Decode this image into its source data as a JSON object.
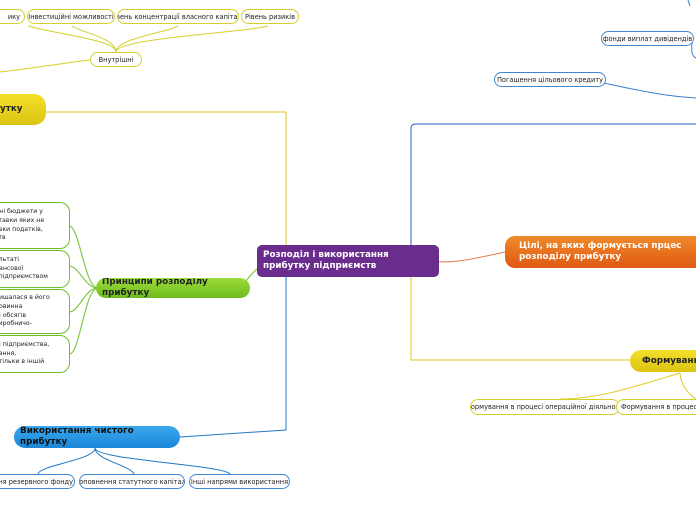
{
  "central": {
    "line1": "Розподіл і використання",
    "line2": "прибутку підприємств"
  },
  "top_row": [
    {
      "label": "ику"
    },
    {
      "label": "Інвестиційні можливості"
    },
    {
      "label": "Рівень концентрації власного капіталу"
    },
    {
      "label": "Рівень ризиків"
    }
  ],
  "internal": {
    "label": "Внутрішні"
  },
  "left_yellow": {
    "label": "утку"
  },
  "principles": {
    "label": "Принципи розподілу прибутку",
    "items": [
      {
        "lines": [
          "дні бюджети у",
          "ставки яких не",
          "авки податків,",
          "ств"
        ]
      },
      {
        "lines": [
          "ультаті",
          "нансової",
          "і підприємством"
        ]
      },
      {
        "lines": [
          "лишалася в його",
          "повинна",
          "ні обсягів",
          "виробничо-"
        ]
      },
      {
        "lines": [
          "ні підприємства,",
          "вання,",
          "і тільки в іншій"
        ]
      }
    ]
  },
  "usage": {
    "label": "Використання чистого прибутку",
    "items": [
      {
        "label": "ення резервного фонду"
      },
      {
        "label": "Поповнення статутного капіталу"
      },
      {
        "label": "Інші напрями використання"
      }
    ]
  },
  "goals": {
    "line1": "Цілі, на яких формується прцес",
    "line2": "розподілу прибутку"
  },
  "dividend": {
    "label": "фонди виплат дивідендів"
  },
  "loan": {
    "label": "Погашення цільового кредиту"
  },
  "formation": {
    "label": "Формування",
    "items": [
      {
        "label": "Формування в процесі операційної діяльності"
      },
      {
        "label": "Формування в процесі ін"
      }
    ]
  },
  "colors": {
    "central": "#6a2d8e",
    "goals": "#e9731c",
    "yellow": "#e8d11e",
    "green": "#8acc2c",
    "blue": "#2a97e4"
  }
}
